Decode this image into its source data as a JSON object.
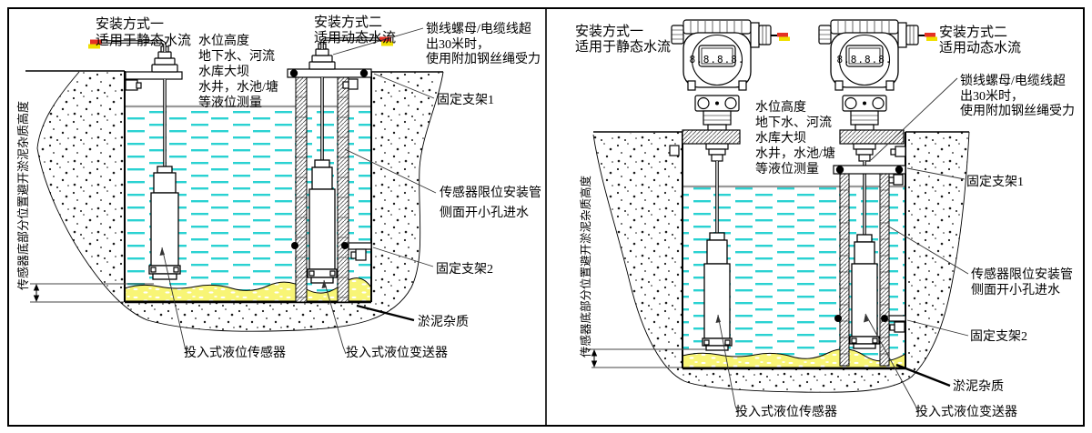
{
  "left": {
    "method1": [
      "安装方式一",
      "适用于静态水流"
    ],
    "method2": [
      "安装方式二",
      "适用动态水流"
    ],
    "usage": [
      "水位高度",
      "地下水、河流",
      "水库大坝",
      "水井，水池/塘",
      "等液位测量"
    ],
    "cable_note": [
      "锁线螺母/电缆线超",
      "出30米时，",
      "使用附加钢丝绳受力"
    ],
    "bracket1": "固定支架1",
    "tube_note": [
      "传感器限位安装管",
      "侧面开小孔进水"
    ],
    "bracket2": "固定支架2",
    "sludge": "淤泥杂质",
    "sensor": "投入式液位传感器",
    "transmitter": "投入式液位变送器",
    "depth_note": "传感器底部分位置避开淤泥杂质高度"
  },
  "right": {
    "method1": [
      "安装方式一",
      "适用于静态水流"
    ],
    "method2": [
      "安装方式二",
      "适用动态水流"
    ],
    "usage": [
      "水位高度",
      "地下水、河流",
      "水库大坝",
      "水井，水池/塘",
      "等液位测量"
    ],
    "cable_note": [
      "锁线螺母/电缆线超",
      "出30米时，",
      "使用附加钢丝绳受力"
    ],
    "bracket1": "固定支架1",
    "tube_note": [
      "传感器限位安装管",
      "侧面开小孔进水"
    ],
    "bracket2": "固定支架2",
    "sludge": "淤泥杂质",
    "sensor": "投入式液位传感器",
    "transmitter": "投入式液位变送器",
    "depth_note": "传感器底部分位置避开淤泥杂质高度",
    "display": "8.8.8.8."
  },
  "colors": {
    "water_dash": "#2ad2d2",
    "sediment": "#f8f576",
    "surface_line": "#999999",
    "wire_red": "#e53125",
    "wire_yellow": "#f0df00"
  }
}
